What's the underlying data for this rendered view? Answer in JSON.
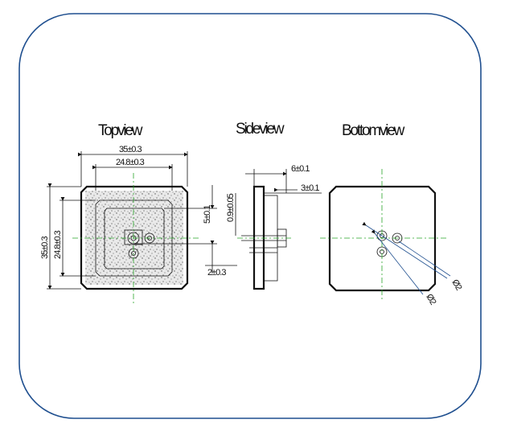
{
  "views": {
    "top": {
      "title": "Topview"
    },
    "side": {
      "title": "Sideview"
    },
    "bottom": {
      "title": "Bottomview"
    }
  },
  "dimensions": {
    "top_width": "35±0.3",
    "top_inner_width": "24.8±0.3",
    "top_height": "35±0.3",
    "top_inner_height": "24.8±0.3",
    "top_offset_v": "5±0.1",
    "top_offset_h": "2±0.3",
    "side_depth": "6±0.1",
    "side_flange": "3±0.1",
    "side_pin": "0.9±0.05",
    "hole_a": "Ø2",
    "hole_b": "Ø2"
  },
  "colors": {
    "frame": "#1f4f8f",
    "centerline": "#2aa52a",
    "outline": "#111111",
    "fill_pattern": "#cfcfcf"
  }
}
